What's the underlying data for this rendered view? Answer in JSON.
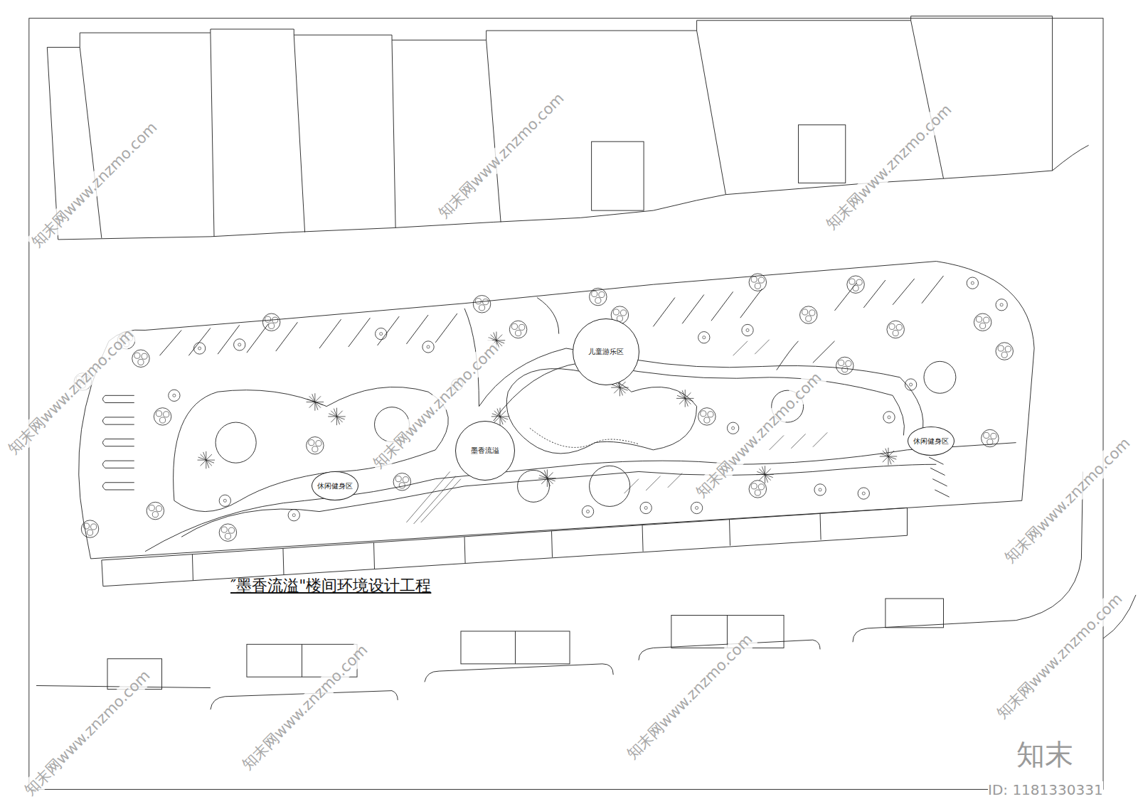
{
  "diagram": {
    "title": "″墨香流溢\"楼间环境设计工程",
    "nodes": [
      {
        "text": [
          "儿童游乐区"
        ]
      },
      {
        "text": [
          "墨香流溢"
        ]
      },
      {
        "text": [
          "休闲健身区"
        ]
      },
      {
        "text": [
          "休闲健身区"
        ]
      }
    ],
    "labels": [
      "知末网www.znzmo.com",
      "知末网www.znzmo.com",
      "知末网www.znzmo.com",
      "知末网www.znzmo.com",
      "知末网www.znzmo.com",
      "知末网www.znzmo.com",
      "知末网www.znzmo.com",
      "知末网www.znzmo.com",
      "知末网www.znzmo.com",
      "知末网www.znzmo.com",
      "知末网www.znzmo.com",
      "知末",
      "ID: 1181330331"
    ]
  }
}
